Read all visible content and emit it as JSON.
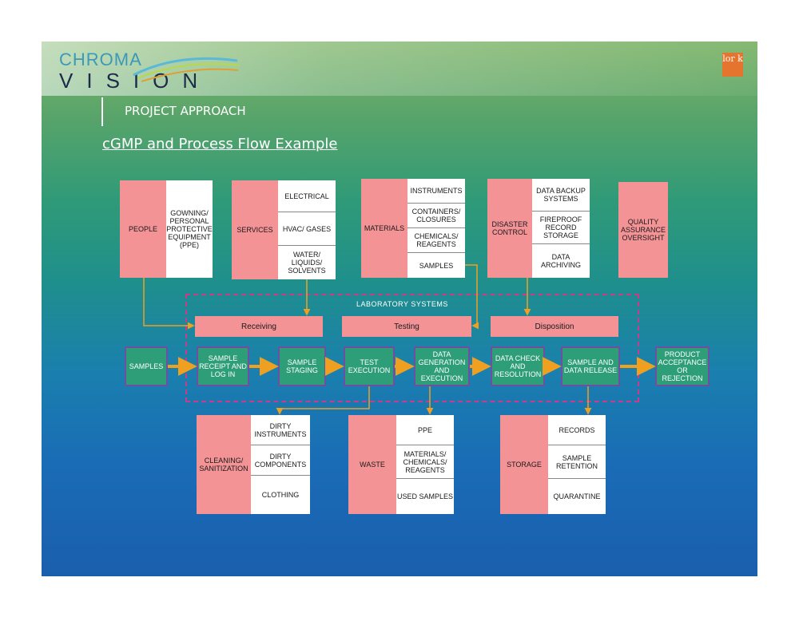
{
  "brand": {
    "logo_top": "CHROMA",
    "logo_bottom": "VISION",
    "corner_logo": "lor k"
  },
  "section_label": "PROJECT APPROACH",
  "slide_title": "cGMP and Process Flow Example",
  "top_groups": {
    "people": {
      "label": "PEOPLE",
      "items": [
        "GOWNING/ PERSONAL PROTECTIVE EQUIPMENT (PPE)"
      ]
    },
    "services": {
      "label": "SERVICES",
      "items": [
        "ELECTRICAL",
        "HVAC/ GASES",
        "WATER/ LIQUIDS/ SOLVENTS"
      ]
    },
    "materials": {
      "label": "MATERIALS",
      "items": [
        "INSTRUMENTS",
        "CONTAINERS/ CLOSURES",
        "CHEMICALS/ REAGENTS",
        "SAMPLES"
      ]
    },
    "disaster": {
      "label": "DISASTER CONTROL",
      "items": [
        "DATA BACKUP SYSTEMS",
        "FIREPROOF RECORD STORAGE",
        "DATA ARCHIVING"
      ]
    },
    "quality": {
      "label": "QUALITY ASSURANCE OVERSIGHT"
    }
  },
  "lab": {
    "title": "LABORATORY SYSTEMS",
    "phases": [
      "Receiving",
      "Testing",
      "Disposition"
    ]
  },
  "flow": {
    "input": "SAMPLES",
    "steps": [
      "SAMPLE RECEIPT AND LOG IN",
      "SAMPLE STAGING",
      "TEST EXECUTION",
      "DATA GENERATION AND EXECUTION",
      "DATA CHECK AND RESOLUTION",
      "SAMPLE AND DATA RELEASE"
    ],
    "output": "PRODUCT ACCEPTANCE OR REJECTION"
  },
  "bottom_groups": {
    "cleaning": {
      "label": "CLEANING/ SANITIZATION",
      "items": [
        "DIRTY INSTRUMENTS",
        "DIRTY COMPONENTS",
        "CLOTHING"
      ]
    },
    "waste": {
      "label": "WASTE",
      "items": [
        "PPE",
        "MATERIALS/ CHEMICALS/ REAGENTS",
        "USED SAMPLES"
      ]
    },
    "storage": {
      "label": "STORAGE",
      "items": [
        "RECORDS",
        "SAMPLE RETENTION",
        "QUARANTINE"
      ]
    }
  },
  "colors": {
    "pink": "#f49396",
    "green": "#2e9e78",
    "arrow": "#f0a020",
    "frame": "#cc3a8a"
  }
}
